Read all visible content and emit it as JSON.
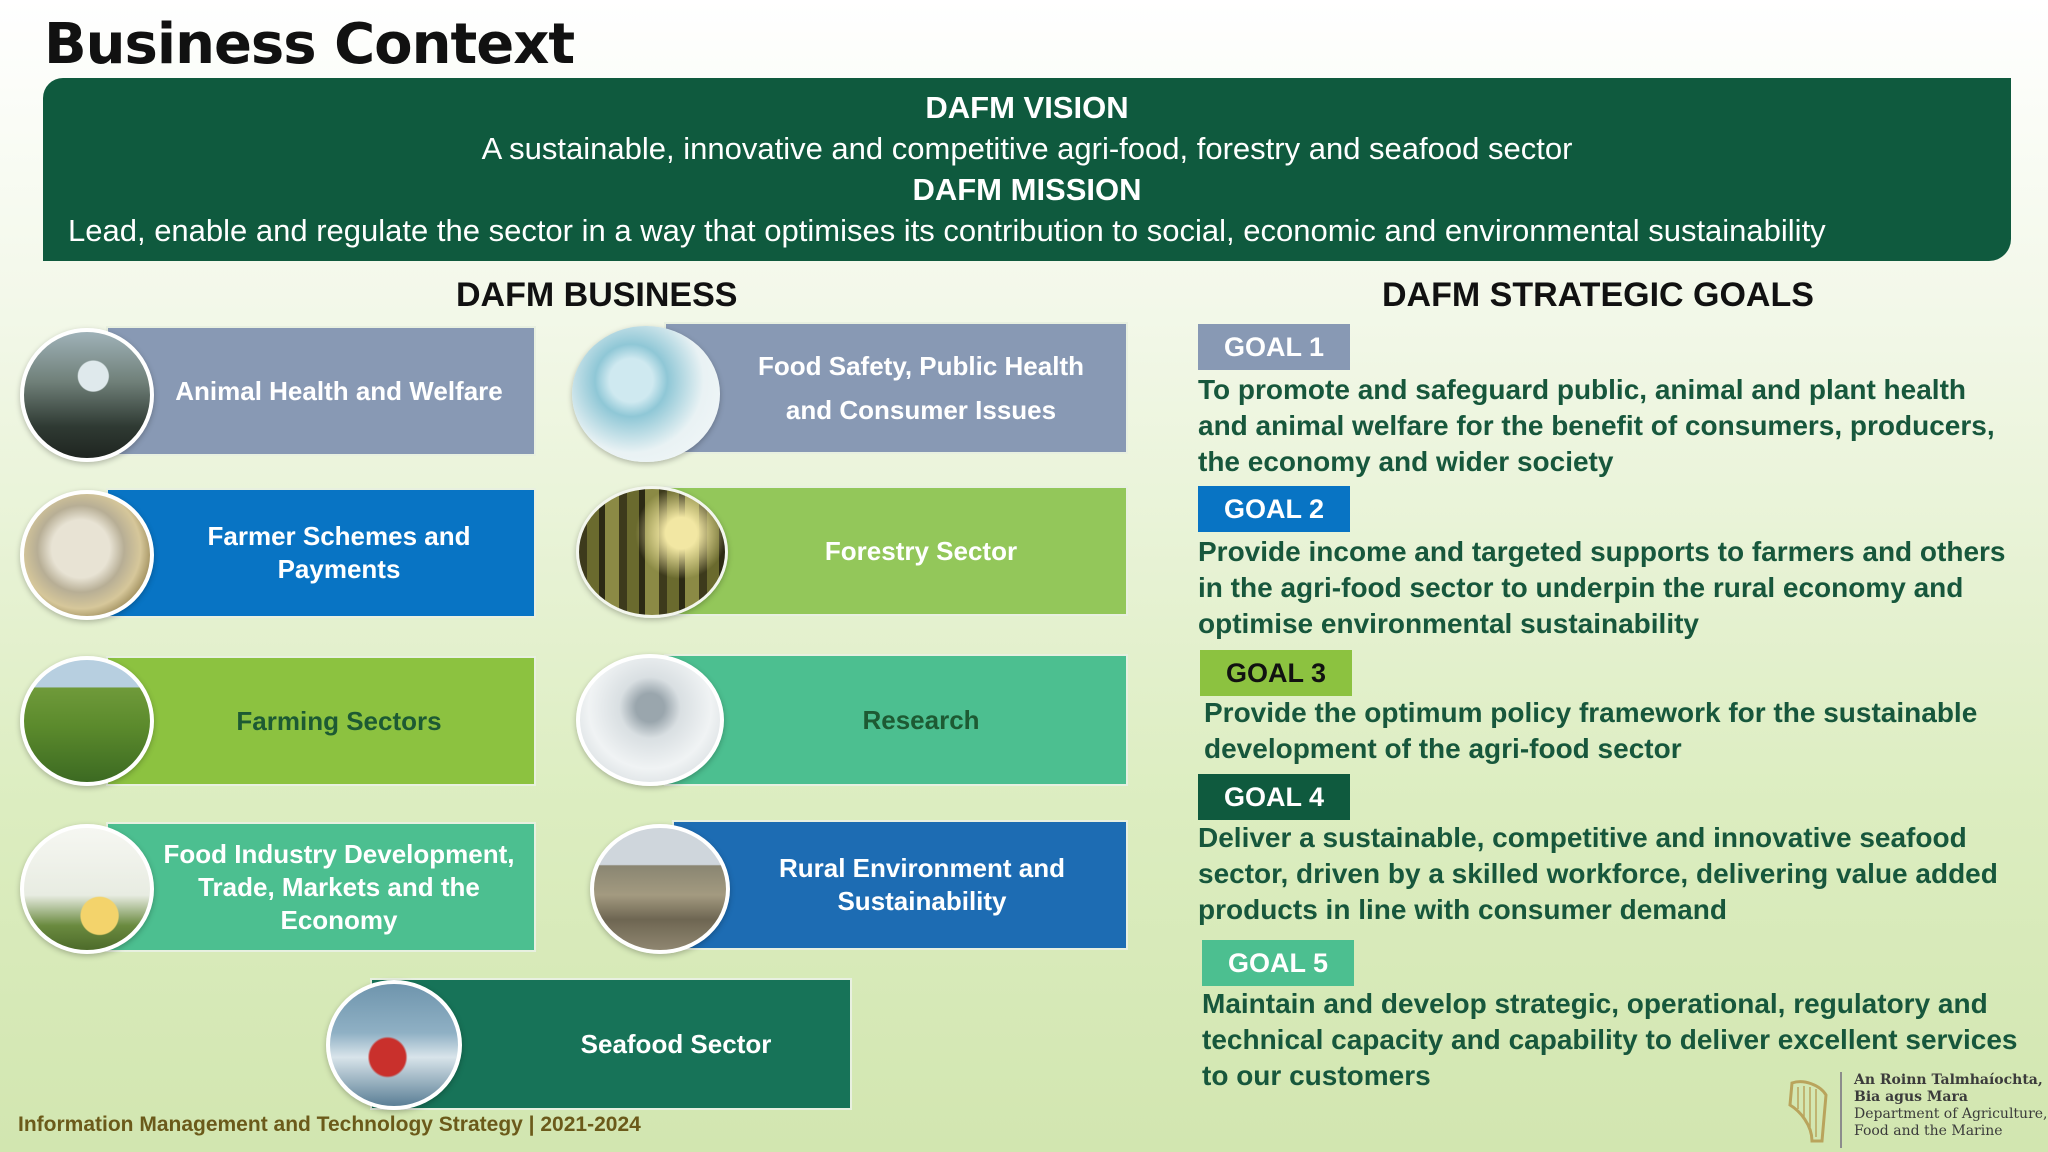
{
  "page": {
    "title": "Business Context"
  },
  "banner": {
    "vision_heading": "DAFM VISION",
    "vision_text": "A sustainable, innovative and competitive agri-food, forestry and seafood sector",
    "mission_heading": "DAFM MISSION",
    "mission_text": "Lead, enable and regulate the sector in a way that optimises its contribution to social, economic and environmental sustainability"
  },
  "business": {
    "heading": "DAFM BUSINESS",
    "items": [
      {
        "label": "Animal Health and Welfare",
        "color": "#8899b4",
        "image": "vet-with-cattle-photo"
      },
      {
        "label_line1": "Food Safety, Public Health",
        "label_line2": "and Consumer Issues",
        "color": "#8899b4",
        "image": "lab-scientist-photo"
      },
      {
        "label_line1": "Farmer Schemes and",
        "label_line2": "Payments",
        "color": "#0874c4",
        "image": "euro-coin-photo"
      },
      {
        "label": "Forestry Sector",
        "color": "#93c75a",
        "image": "forest-photo"
      },
      {
        "label": "Farming Sectors",
        "color": "#8cc240",
        "text_color": "#1d5a33",
        "image": "cows-in-field-photo"
      },
      {
        "label": "Research",
        "color": "#4cbf90",
        "text_color": "#1d5a33",
        "image": "microscope-lab-photo"
      },
      {
        "label_line1": "Food Industry Development,",
        "label_line2": "Trade, Markets and the",
        "label_line3": "Economy",
        "color": "#4cbf90",
        "image": "dairy-products-photo"
      },
      {
        "label_line1": "Rural Environment and",
        "label_line2": "Sustainability",
        "color": "#1d6cb3",
        "image": "burren-landscape-photo"
      },
      {
        "label": "Seafood Sector",
        "color": "#177358",
        "image": "fishing-boat-photo"
      }
    ]
  },
  "goals": {
    "heading": "DAFM STRATEGIC GOALS",
    "items": [
      {
        "badge": "GOAL 1",
        "badge_color": "#8899b4",
        "badge_text_color": "#ffffff",
        "line1": "To promote and safeguard public, animal and plant health",
        "line2": "and animal welfare for the benefit of consumers, producers,",
        "line3": "the economy and wider society"
      },
      {
        "badge": "GOAL 2",
        "badge_color": "#0874c4",
        "badge_text_color": "#ffffff",
        "line1": "Provide income and targeted supports to farmers and others",
        "line2": "in the agri-food sector to underpin the rural economy and",
        "line3": "optimise environmental sustainability"
      },
      {
        "badge": "GOAL 3",
        "badge_color": "#8cc240",
        "badge_text_color": "#111111",
        "line1": "Provide the optimum policy framework for the sustainable",
        "line2": "development of the agri-food sector"
      },
      {
        "badge": "GOAL 4",
        "badge_color": "#0f5a3e",
        "badge_text_color": "#ffffff",
        "line1": "Deliver a sustainable, competitive and innovative seafood",
        "line2": "sector, driven by a skilled workforce, delivering value added",
        "line3": "products in line with consumer demand"
      },
      {
        "badge": "GOAL 5",
        "badge_color": "#4cbf90",
        "badge_text_color": "#ffffff",
        "line1": "Maintain and develop strategic, operational, regulatory and",
        "line2": "technical capacity and capability to deliver excellent services",
        "line3": "to our customers"
      }
    ]
  },
  "footer": {
    "text": "Information Management and Technology Strategy | 2021-2024"
  },
  "logo": {
    "icon": "harp-icon",
    "line1": "An Roinn Talmhaíochta,",
    "line2": "Bia agus Mara",
    "line3": "Department of Agriculture,",
    "line4": "Food and the Marine"
  }
}
